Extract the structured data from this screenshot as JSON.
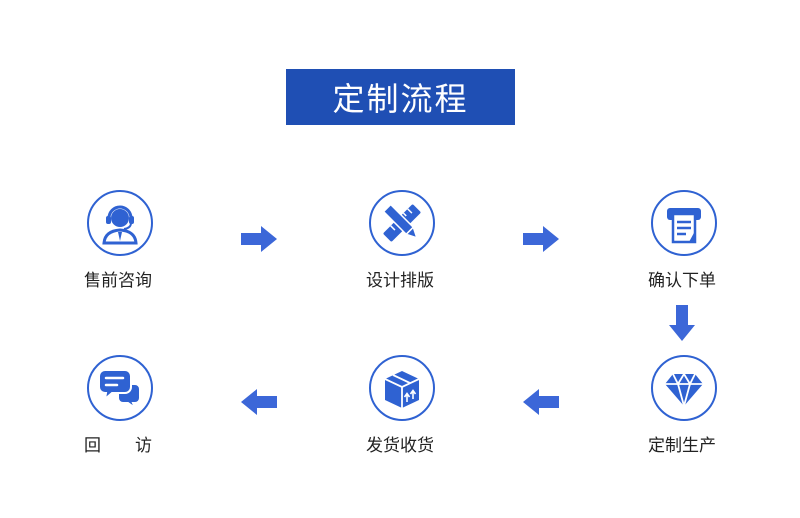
{
  "title": "定制流程",
  "colors": {
    "accent": "#1f4fb4",
    "icon": "#2f62d2",
    "arrow": "#3c67d8",
    "text": "#222222"
  },
  "steps": [
    {
      "label": "售前咨询",
      "icon": "customer-service-icon"
    },
    {
      "label": "设计排版",
      "icon": "pencil-ruler-icon"
    },
    {
      "label": "确认下单",
      "icon": "printer-icon"
    },
    {
      "label": "定制生产",
      "icon": "diamond-icon"
    },
    {
      "label": "发货收货",
      "icon": "package-icon"
    },
    {
      "label": "回　　访",
      "icon": "chat-bubbles-icon"
    }
  ]
}
